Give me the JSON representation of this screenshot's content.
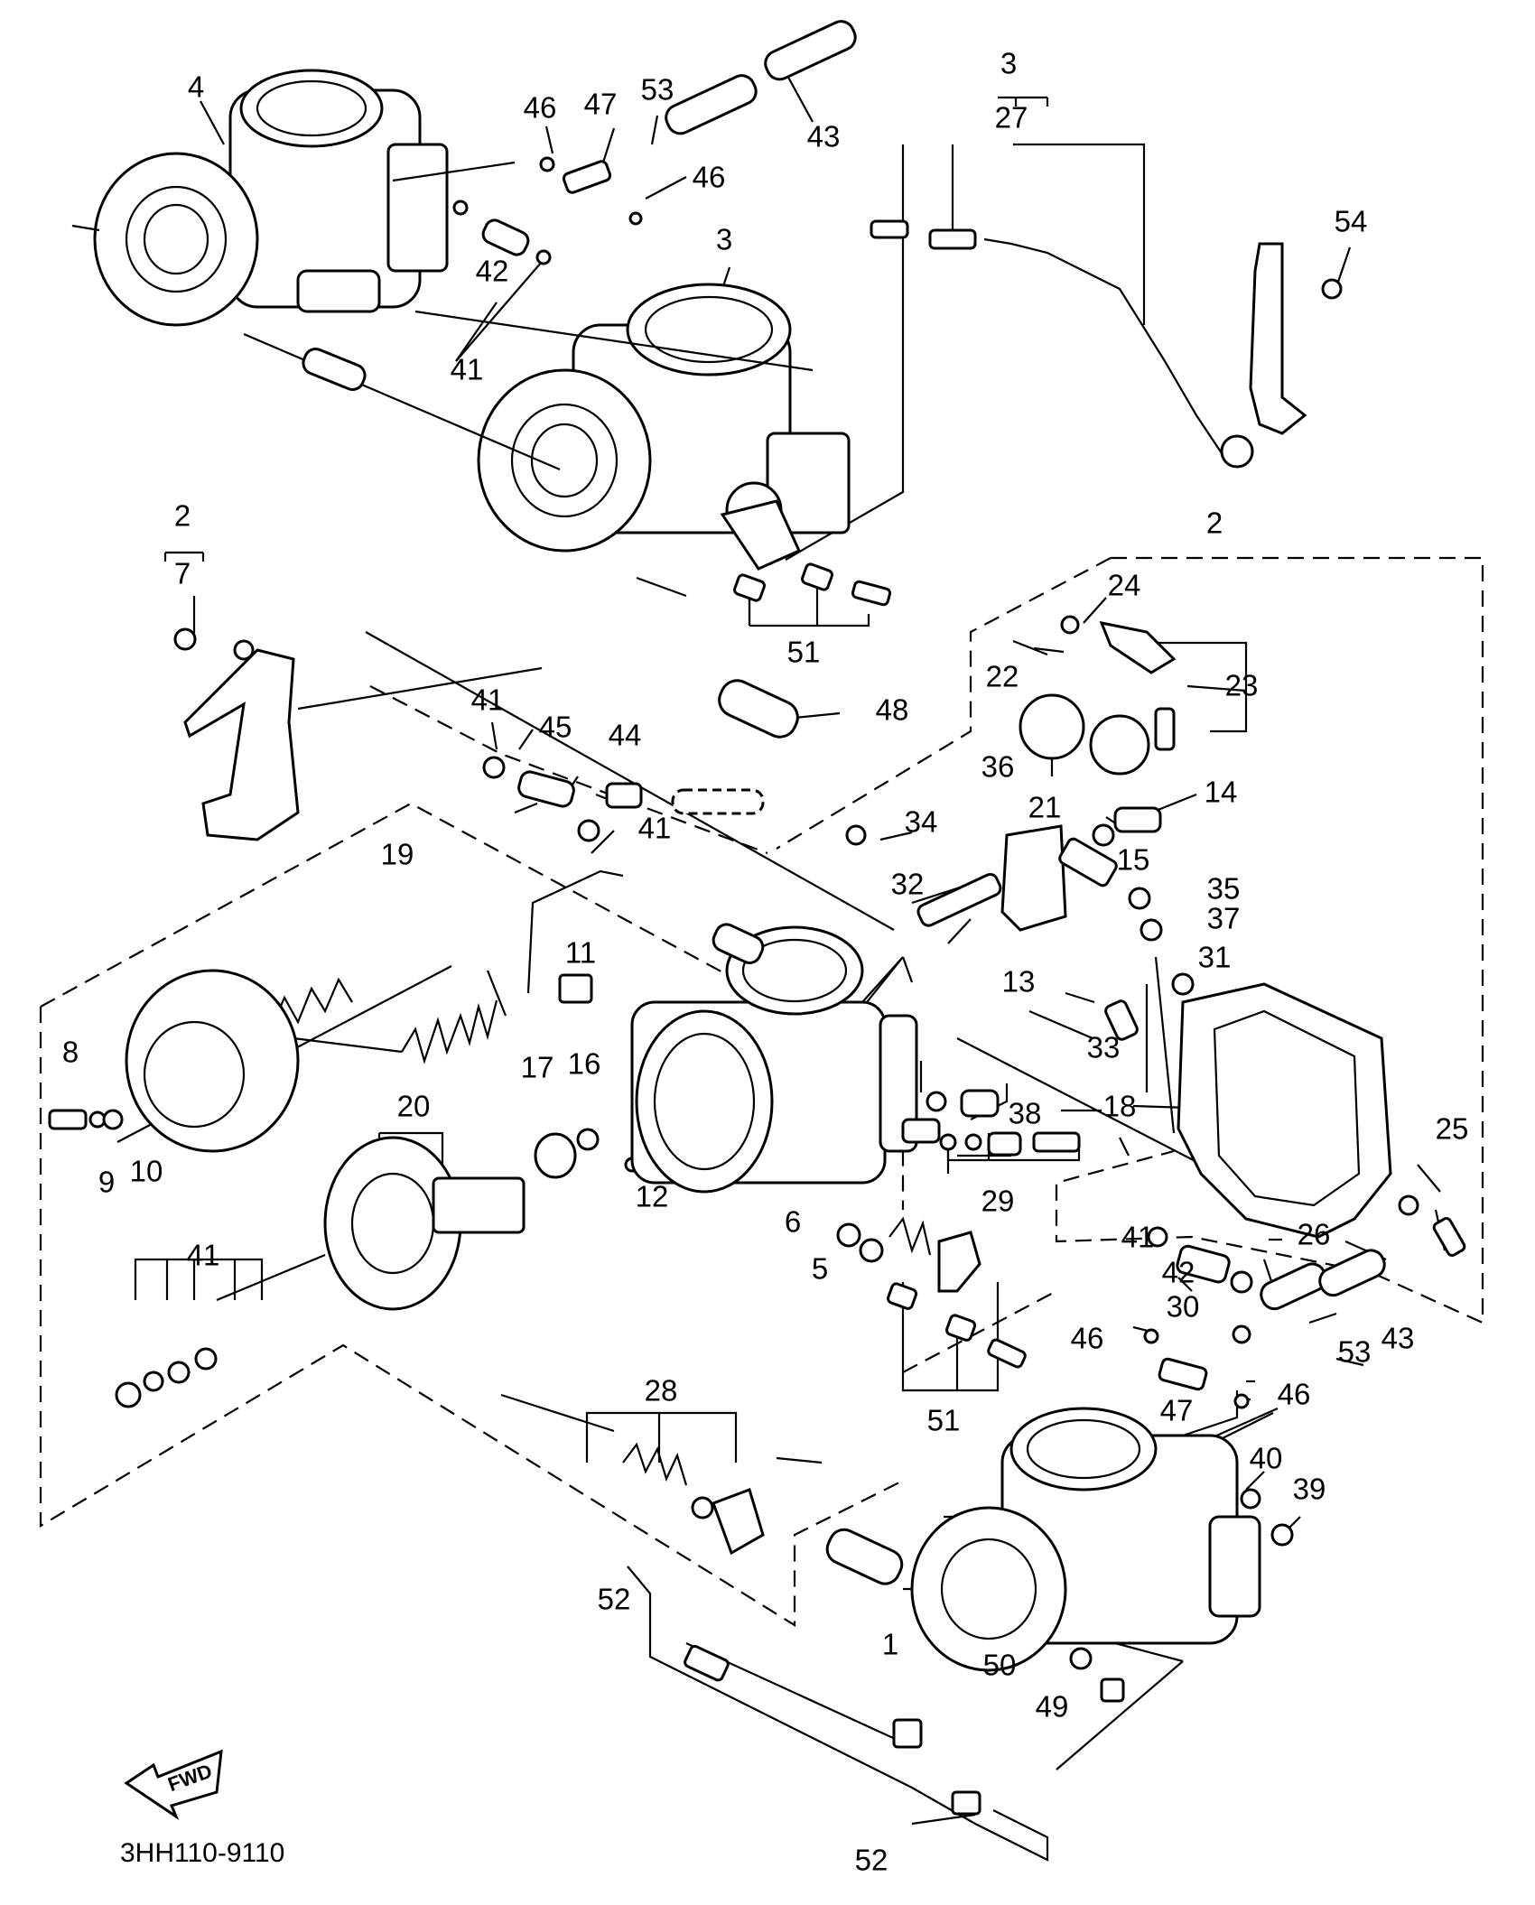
{
  "diagram_code": "3HH110-9110",
  "fwd_label": "FWD",
  "callouts": [
    {
      "text": "4"
    },
    {
      "text": "46"
    },
    {
      "text": "47"
    },
    {
      "text": "53"
    },
    {
      "text": "43"
    },
    {
      "text": "3"
    },
    {
      "text": "27"
    },
    {
      "text": "46"
    },
    {
      "text": "54"
    },
    {
      "text": "3"
    },
    {
      "text": "42"
    },
    {
      "text": "41"
    },
    {
      "text": "2"
    },
    {
      "text": "7"
    },
    {
      "text": "2"
    },
    {
      "text": "24"
    },
    {
      "text": "22"
    },
    {
      "text": "23"
    },
    {
      "text": "51"
    },
    {
      "text": "48"
    },
    {
      "text": "41"
    },
    {
      "text": "45"
    },
    {
      "text": "44"
    },
    {
      "text": "41"
    },
    {
      "text": "21"
    },
    {
      "text": "14"
    },
    {
      "text": "36"
    },
    {
      "text": "15"
    },
    {
      "text": "34"
    },
    {
      "text": "19"
    },
    {
      "text": "32"
    },
    {
      "text": "35"
    },
    {
      "text": "37"
    },
    {
      "text": "31"
    },
    {
      "text": "13"
    },
    {
      "text": "11"
    },
    {
      "text": "33"
    },
    {
      "text": "8"
    },
    {
      "text": "17"
    },
    {
      "text": "16"
    },
    {
      "text": "38"
    },
    {
      "text": "18"
    },
    {
      "text": "20"
    },
    {
      "text": "9"
    },
    {
      "text": "10"
    },
    {
      "text": "12"
    },
    {
      "text": "29"
    },
    {
      "text": "25"
    },
    {
      "text": "6"
    },
    {
      "text": "5"
    },
    {
      "text": "26"
    },
    {
      "text": "41"
    },
    {
      "text": "42"
    },
    {
      "text": "30"
    },
    {
      "text": "41"
    },
    {
      "text": "43"
    },
    {
      "text": "46"
    },
    {
      "text": "53"
    },
    {
      "text": "28"
    },
    {
      "text": "51"
    },
    {
      "text": "47"
    },
    {
      "text": "46"
    },
    {
      "text": "40"
    },
    {
      "text": "39"
    },
    {
      "text": "52"
    },
    {
      "text": "1"
    },
    {
      "text": "50"
    },
    {
      "text": "49"
    },
    {
      "text": "52"
    }
  ]
}
